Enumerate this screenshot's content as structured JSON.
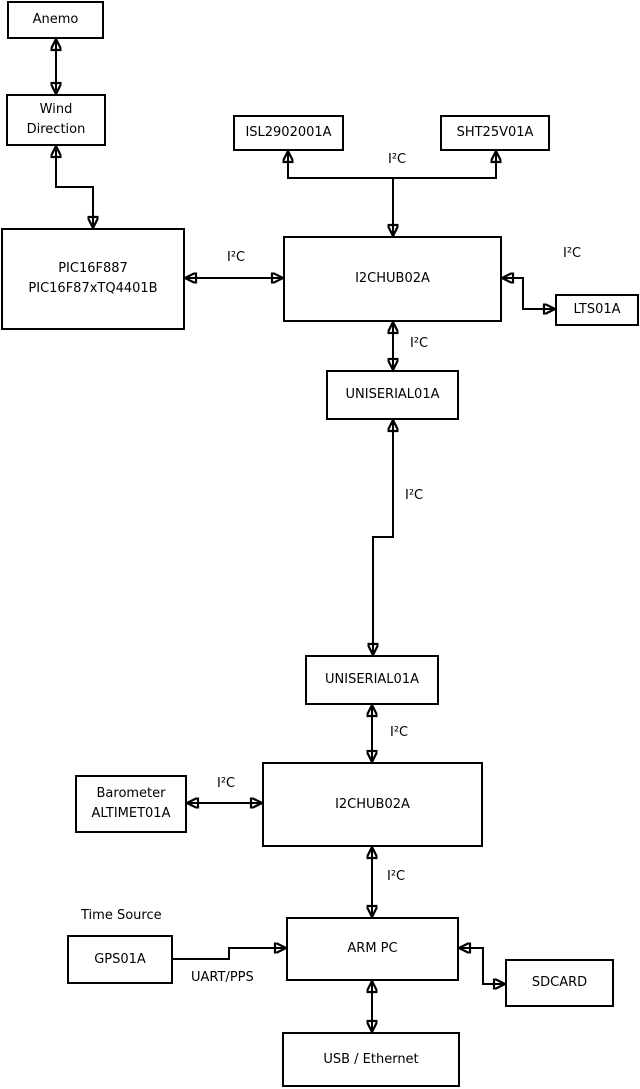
{
  "diagram": {
    "colors": {
      "background": "#ffffff",
      "box_fill": "#ffffff",
      "line": "#000000",
      "text": "#000000"
    },
    "nodes": {
      "anemo": {
        "label": "Anemo"
      },
      "wind_direction": {
        "label": "Wind\nDirection"
      },
      "pic": {
        "label": "PIC16F887\nPIC16F87xTQ4401B"
      },
      "isl": {
        "label": "ISL2902001A"
      },
      "sht": {
        "label": "SHT25V01A"
      },
      "i2c_hub_1": {
        "label": "I2CHUB02A"
      },
      "lts": {
        "label": "LTS01A"
      },
      "uniserial_1": {
        "label": "UNISERIAL01A"
      },
      "uniserial_2": {
        "label": "UNISERIAL01A"
      },
      "barometer": {
        "label": "Barometer\nALTIMET01A"
      },
      "i2c_hub_2": {
        "label": "I2CHUB02A"
      },
      "gps": {
        "label": "GPS01A"
      },
      "arm_pc": {
        "label": "ARM PC"
      },
      "sdcard": {
        "label": "SDCARD"
      },
      "usb_ethernet": {
        "label": "USB / Ethernet"
      }
    },
    "edges": [
      {
        "from": "anemo",
        "to": "wind_direction",
        "dir": "both",
        "label": ""
      },
      {
        "from": "wind_direction",
        "to": "pic",
        "dir": "both",
        "label": ""
      },
      {
        "from": "pic",
        "to": "i2c_hub_1",
        "dir": "both",
        "label": "I²C"
      },
      {
        "from": "i2c_hub_1",
        "to": "isl,sht",
        "dir": "both",
        "label": "I²C"
      },
      {
        "from": "i2c_hub_1",
        "to": "lts",
        "dir": "both",
        "label": "I²C"
      },
      {
        "from": "i2c_hub_1",
        "to": "uniserial_1",
        "dir": "both",
        "label": "I²C"
      },
      {
        "from": "uniserial_1",
        "to": "uniserial_2",
        "dir": "both",
        "label": "I²C"
      },
      {
        "from": "uniserial_2",
        "to": "i2c_hub_2",
        "dir": "both",
        "label": "I²C"
      },
      {
        "from": "barometer",
        "to": "i2c_hub_2",
        "dir": "both",
        "label": "I²C"
      },
      {
        "from": "i2c_hub_2",
        "to": "arm_pc",
        "dir": "both",
        "label": "I²C"
      },
      {
        "from": "gps",
        "to": "arm_pc",
        "dir": "forward",
        "label": "UART/PPS"
      },
      {
        "from": "arm_pc",
        "to": "sdcard",
        "dir": "both",
        "label": ""
      },
      {
        "from": "arm_pc",
        "to": "usb_ethernet",
        "dir": "both",
        "label": ""
      }
    ],
    "annotations": {
      "time_source": "Time Source"
    }
  }
}
